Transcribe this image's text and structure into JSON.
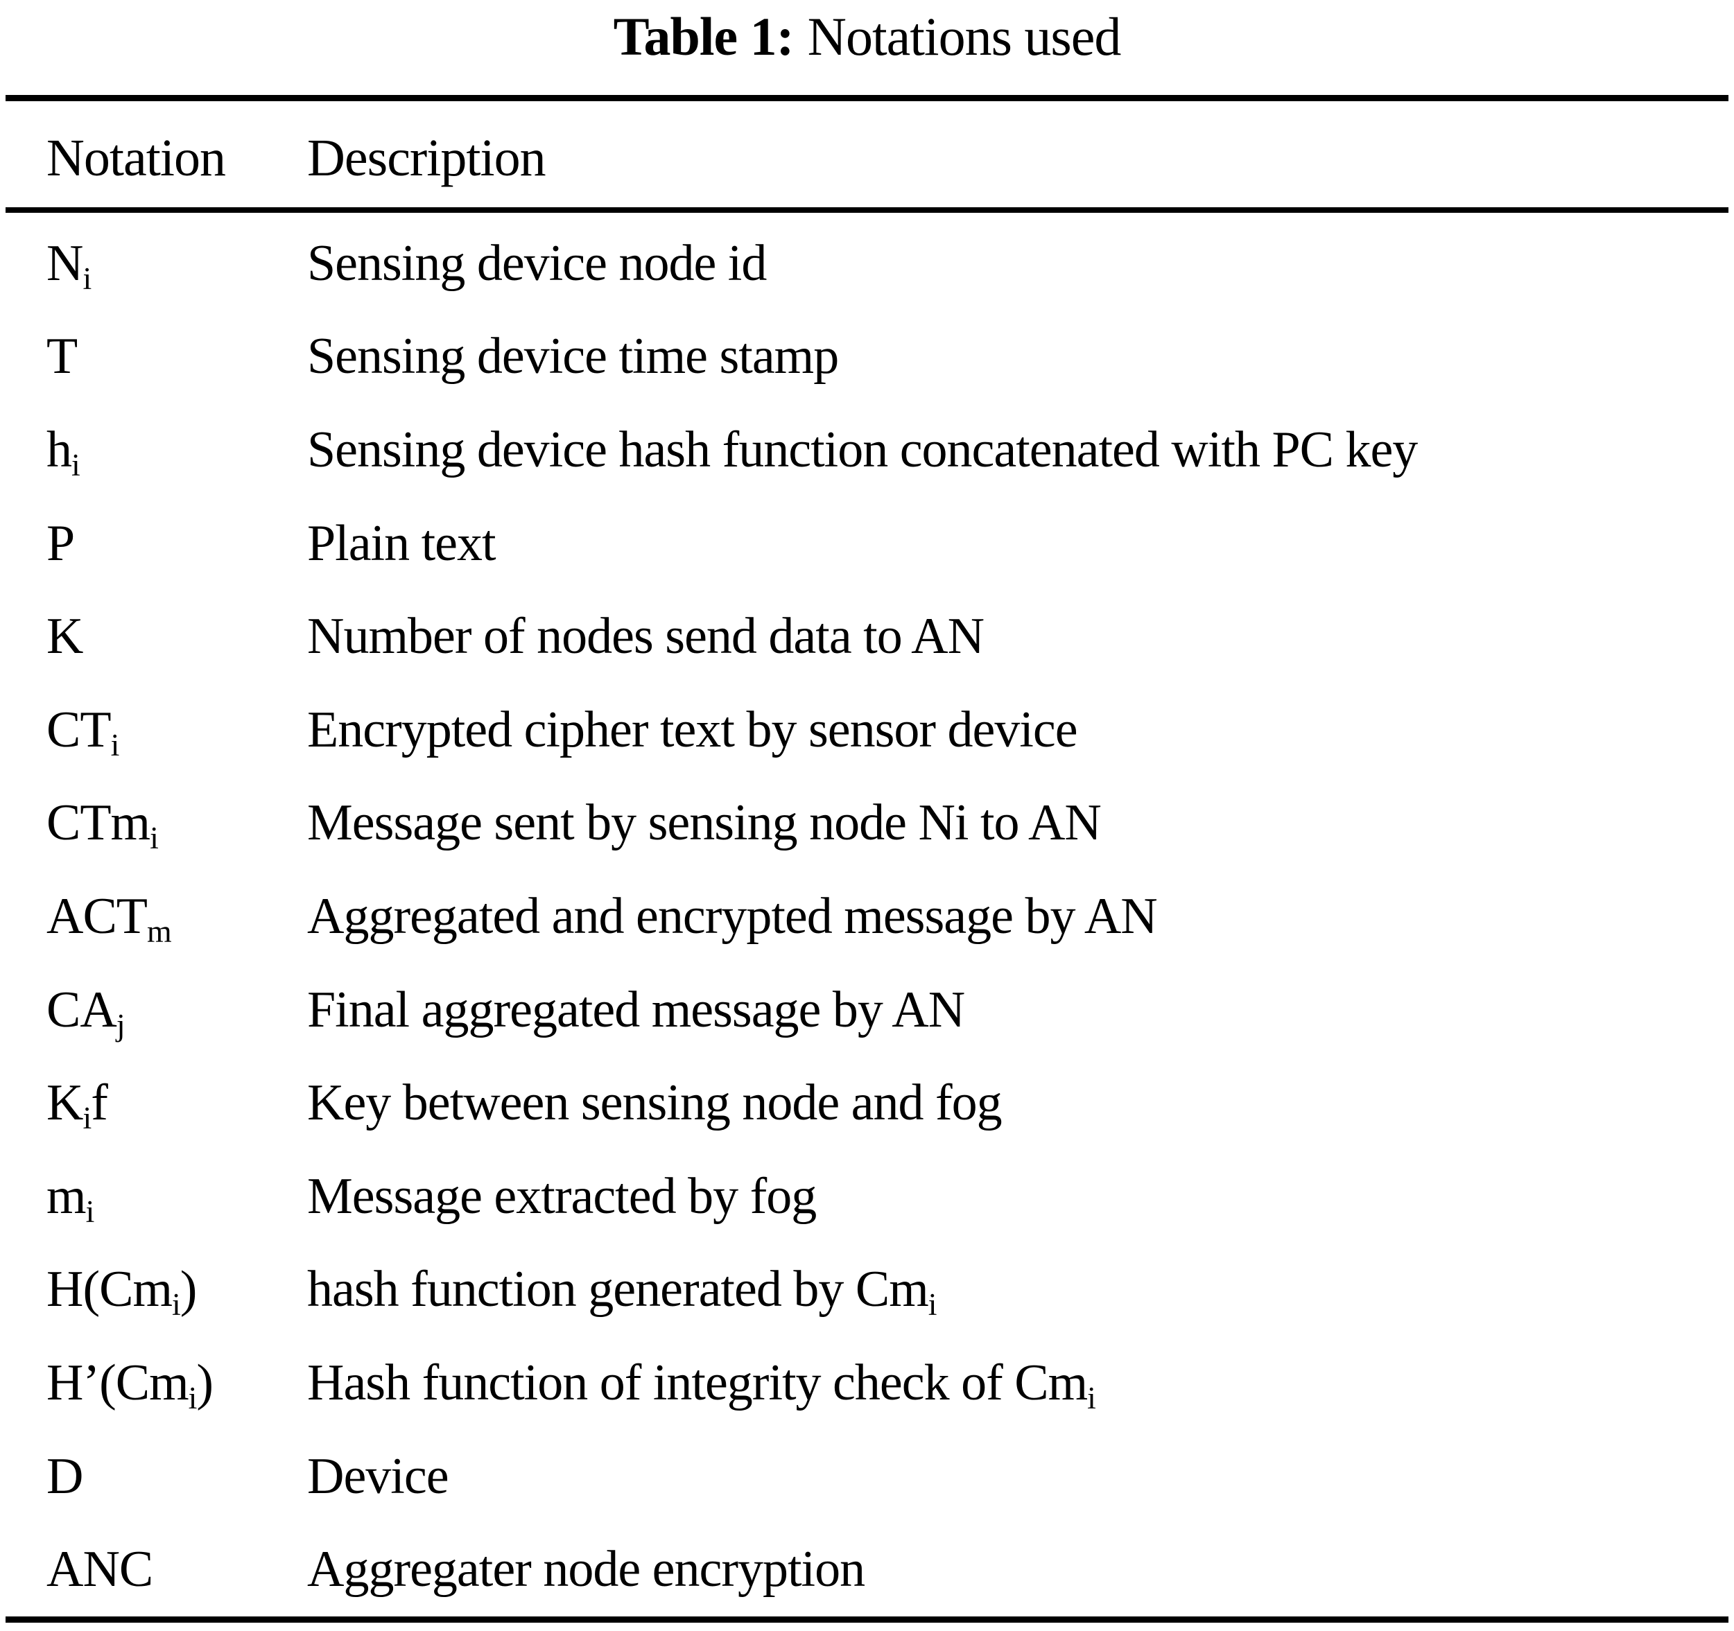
{
  "colors": {
    "ink": "#000000",
    "background": "#ffffff"
  },
  "caption": {
    "label": "Table 1:",
    "text": "Notations used"
  },
  "columns": [
    "Notation",
    "Description"
  ],
  "rows": [
    {
      "notation": [
        {
          "t": "N"
        },
        {
          "sub": "i"
        }
      ],
      "description": [
        {
          "t": "Sensing device node id"
        }
      ]
    },
    {
      "notation": [
        {
          "t": "T"
        }
      ],
      "description": [
        {
          "t": "Sensing device time stamp"
        }
      ]
    },
    {
      "notation": [
        {
          "t": "h"
        },
        {
          "sub": "i"
        }
      ],
      "description": [
        {
          "t": "Sensing device hash function concatenated with PC key"
        }
      ]
    },
    {
      "notation": [
        {
          "t": "P"
        }
      ],
      "description": [
        {
          "t": "Plain text"
        }
      ]
    },
    {
      "notation": [
        {
          "t": "K"
        }
      ],
      "description": [
        {
          "t": "Number of nodes send data to AN"
        }
      ]
    },
    {
      "notation": [
        {
          "t": "CT"
        },
        {
          "sub": "i"
        }
      ],
      "description": [
        {
          "t": "Encrypted cipher text by sensor device"
        }
      ]
    },
    {
      "notation": [
        {
          "t": "CTm"
        },
        {
          "sub": "i"
        }
      ],
      "description": [
        {
          "t": "Message sent by sensing node Ni to AN"
        }
      ]
    },
    {
      "notation": [
        {
          "t": "ACT"
        },
        {
          "sub": "m"
        }
      ],
      "description": [
        {
          "t": "Aggregated and encrypted message by AN"
        }
      ]
    },
    {
      "notation": [
        {
          "t": "CA"
        },
        {
          "sub": "j"
        }
      ],
      "description": [
        {
          "t": "Final aggregated message by AN"
        }
      ]
    },
    {
      "notation": [
        {
          "t": "K"
        },
        {
          "sub": "i"
        },
        {
          "t": "f"
        }
      ],
      "description": [
        {
          "t": "Key between sensing node and fog"
        }
      ]
    },
    {
      "notation": [
        {
          "t": "m"
        },
        {
          "sub": "i"
        }
      ],
      "description": [
        {
          "t": "Message extracted by fog"
        }
      ]
    },
    {
      "notation": [
        {
          "t": "H(Cm"
        },
        {
          "sub": "i"
        },
        {
          "t": ")"
        }
      ],
      "description": [
        {
          "t": "hash function generated by Cm"
        },
        {
          "sub": "i"
        }
      ]
    },
    {
      "notation": [
        {
          "t": "H’(Cm"
        },
        {
          "sub": "i"
        },
        {
          "t": ")"
        }
      ],
      "description": [
        {
          "t": "Hash function of integrity check of Cm"
        },
        {
          "sub": "i"
        }
      ]
    },
    {
      "notation": [
        {
          "t": "D"
        }
      ],
      "description": [
        {
          "t": "Device"
        }
      ]
    },
    {
      "notation": [
        {
          "t": "ANC"
        }
      ],
      "description": [
        {
          "t": "Aggregater node encryption"
        }
      ]
    }
  ]
}
